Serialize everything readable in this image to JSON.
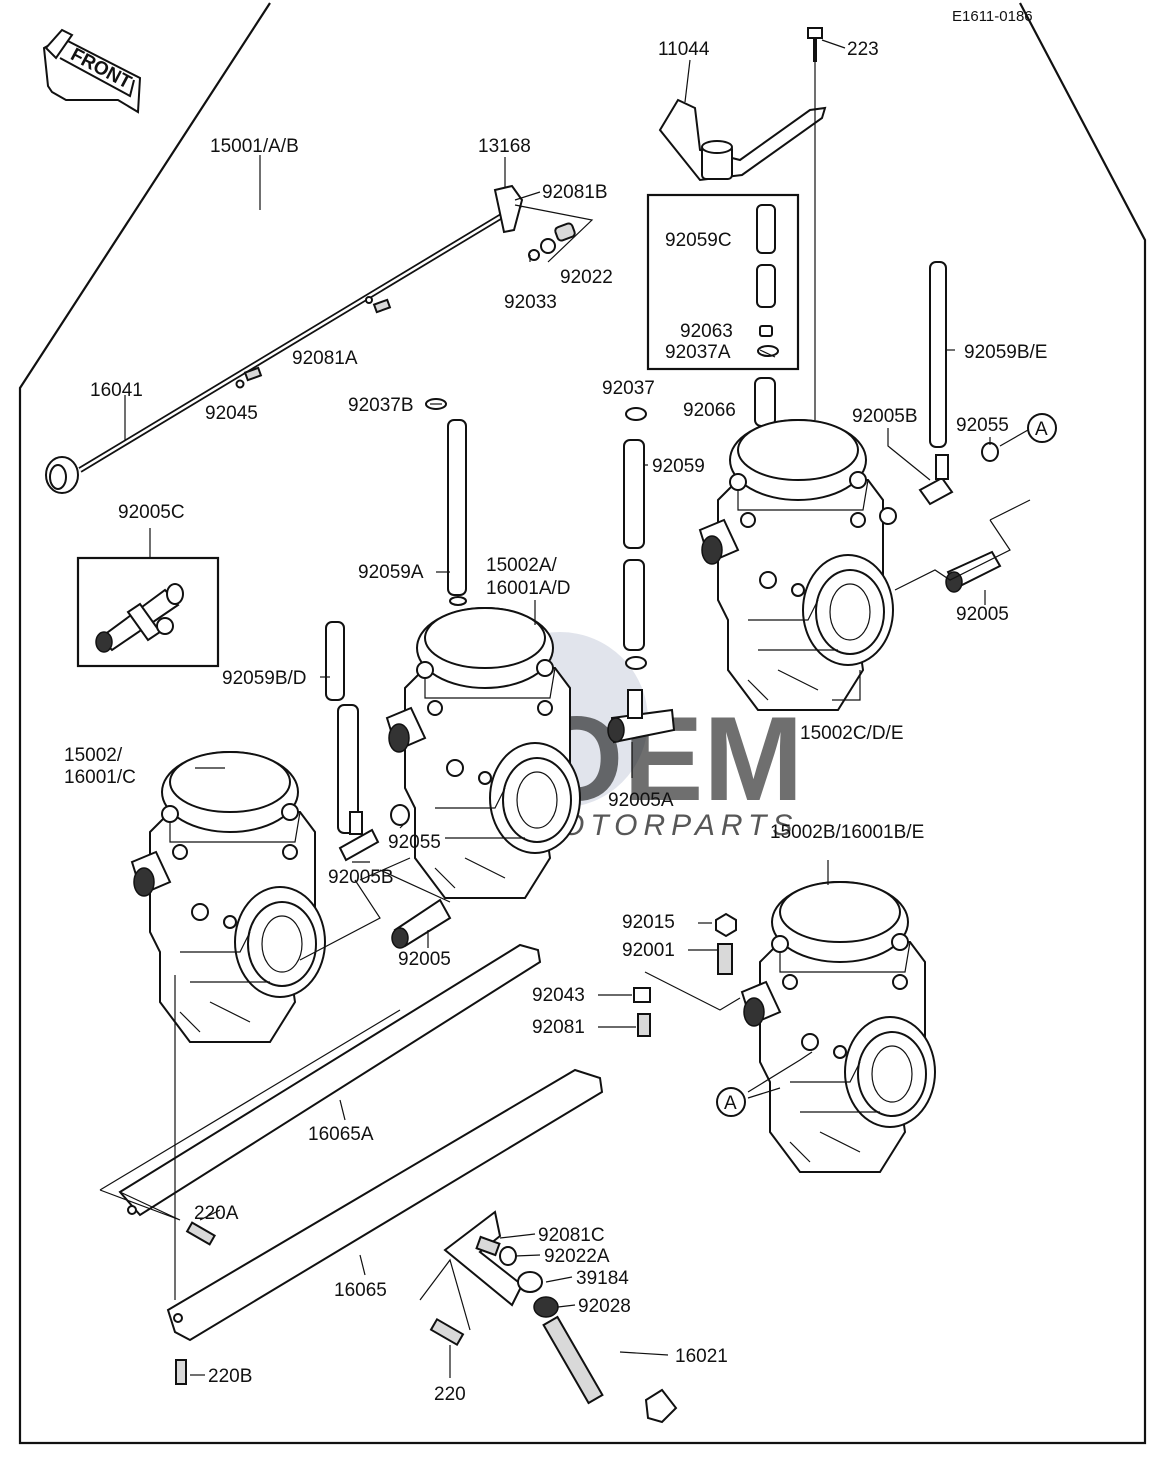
{
  "diagram_code": "E1611-0186",
  "front_badge": "FRONT",
  "watermark": {
    "brand": "OEM",
    "sub": "MOTORPARTS"
  },
  "labels": {
    "p11044": "11044",
    "p223": "223",
    "p15001AB": "15001/A/B",
    "p13168": "13168",
    "p92081B": "92081B",
    "p92022": "92022",
    "p92033": "92033",
    "p92059C": "92059C",
    "p92063": "92063",
    "p92037A": "92037A",
    "p92059BE": "92059B/E",
    "p92081A": "92081A",
    "p16041": "16041",
    "p92045": "92045",
    "p92037B": "92037B",
    "p92037": "92037",
    "p92066": "92066",
    "p92005B_top": "92005B",
    "p92055_top": "92055",
    "refA_top": "A",
    "p92059": "92059",
    "p92005C": "92005C",
    "p92059A": "92059A",
    "p15002A_1": "15002A/",
    "p15002A_2": "16001A/D",
    "p92005_right": "92005",
    "p92059BD": "92059B/D",
    "p15002CDE": "15002C/D/E",
    "p15002_1": "15002/",
    "p15002_2": "16001/C",
    "p92055_mid": "92055",
    "p92005A": "92005A",
    "p92005B_mid": "92005B",
    "p15002BE": "15002B/16001B/E",
    "p92015": "92015",
    "p92001": "92001",
    "p92005_left": "92005",
    "p92043": "92043",
    "p92081": "92081",
    "refA_bottom": "A",
    "p16065A": "16065A",
    "p220A": "220A",
    "p92081C": "92081C",
    "p92022A": "92022A",
    "p16065": "16065",
    "p39184": "39184",
    "p92028": "92028",
    "p16021": "16021",
    "p220B": "220B",
    "p220": "220"
  },
  "colors": {
    "ink": "#111111",
    "watermark": "#c9cedc",
    "paper": "#ffffff"
  }
}
